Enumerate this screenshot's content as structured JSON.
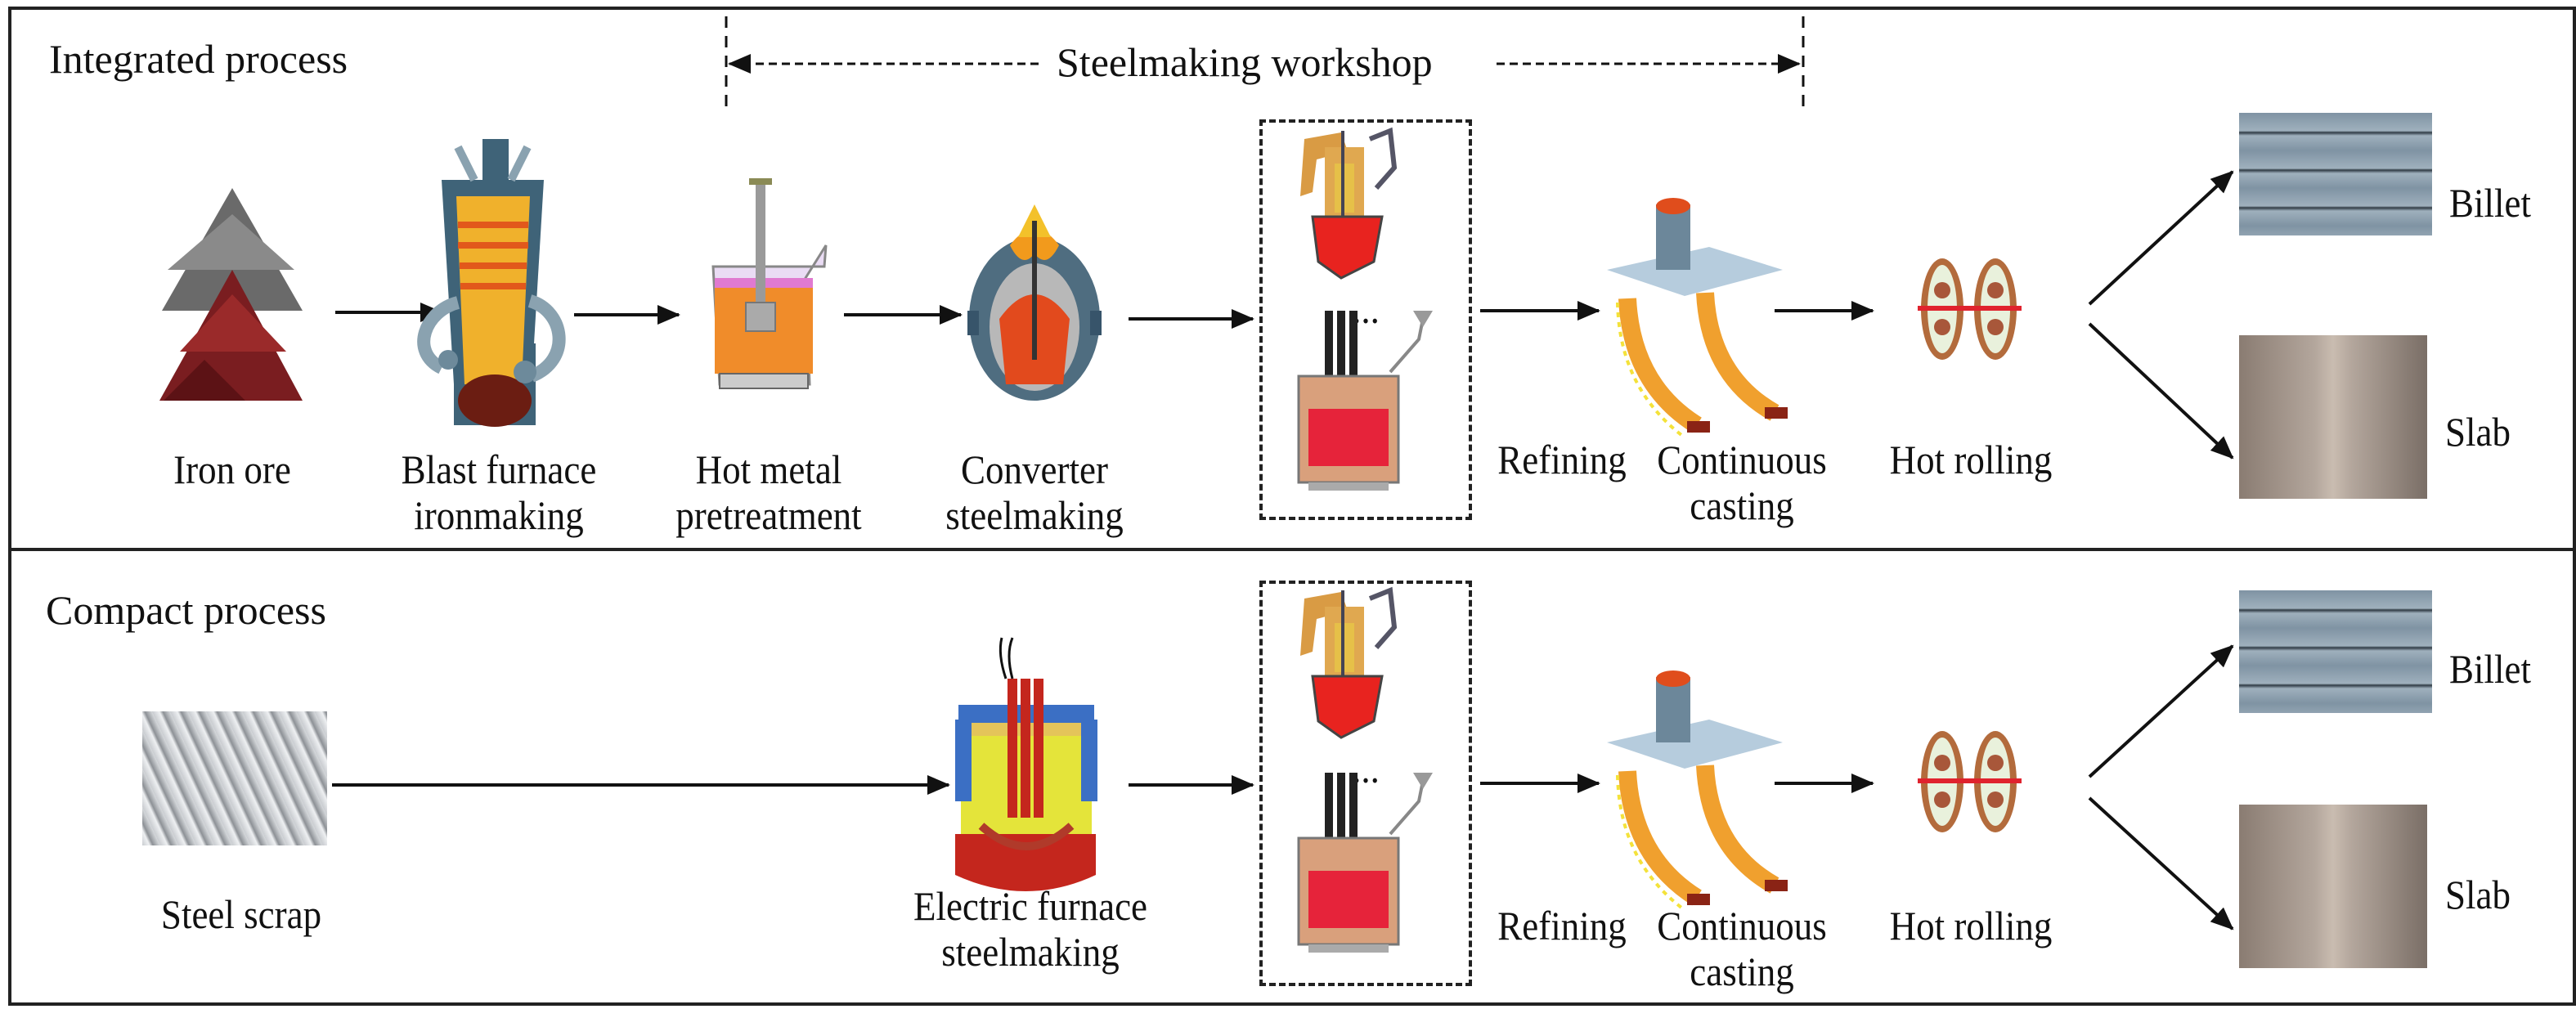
{
  "workshop_label": "Steelmaking workshop",
  "integrated": {
    "title": "Integrated process",
    "steps": {
      "iron_ore": "Iron ore",
      "blast_furnace_1": "Blast furnace",
      "blast_furnace_2": "ironmaking",
      "pretreat_1": "Hot metal",
      "pretreat_2": "pretreatment",
      "converter_1": "Converter",
      "converter_2": "steelmaking",
      "ellipsis": "...",
      "refining": "Refining",
      "casting_1": "Continuous",
      "casting_2": "casting",
      "hot_rolling": "Hot rolling",
      "billet": "Billet",
      "slab": "Slab"
    }
  },
  "compact": {
    "title": "Compact process",
    "steps": {
      "steel_scrap": "Steel scrap",
      "eaf_1": "Electric furnace",
      "eaf_2": "steelmaking",
      "ellipsis": "...",
      "refining": "Refining",
      "casting_1": "Continuous",
      "casting_2": "casting",
      "hot_rolling": "Hot rolling",
      "billet": "Billet",
      "slab": "Slab"
    }
  }
}
